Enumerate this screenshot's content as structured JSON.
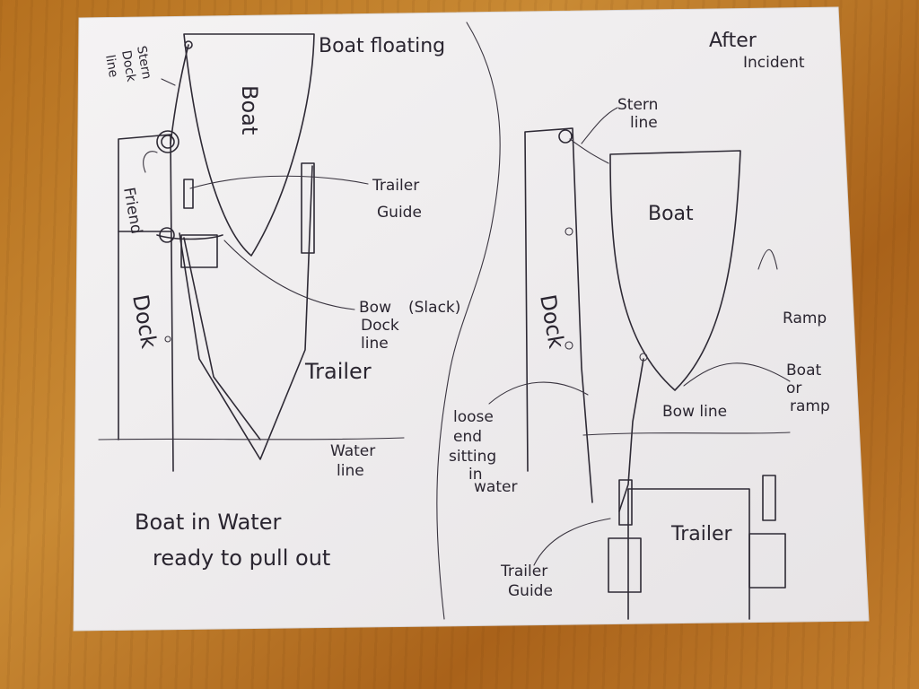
{
  "left_drawing": {
    "boat_label": "Boat",
    "boat_floating": "Boat floating",
    "stern_dock_line": [
      "Stern",
      "Dock",
      "line"
    ],
    "friend": "Friend",
    "trailer_guide": [
      "Trailer",
      "Guide"
    ],
    "bow_dock_line": [
      "Bow",
      "(Slack)",
      "Dock",
      "line"
    ],
    "dock": "Dock",
    "trailer": "Trailer",
    "water_line": [
      "Water",
      "line"
    ],
    "caption_line1": "Boat in Water",
    "caption_line2": "ready to pull out"
  },
  "right_drawing": {
    "after_incident": [
      "After",
      "Incident"
    ],
    "stern_line": [
      "Stern",
      "line"
    ],
    "boat_label": "Boat",
    "dock": "Dock",
    "ramp": "Ramp",
    "boat_or_ramp": [
      "Boat",
      "or",
      "ramp"
    ],
    "bow_line": "Bow line",
    "loose_end": [
      "loose",
      "end",
      "sitting",
      "in",
      "water"
    ],
    "trailer": "Trailer",
    "trailer_guide": [
      "Trailer",
      "Guide"
    ]
  }
}
